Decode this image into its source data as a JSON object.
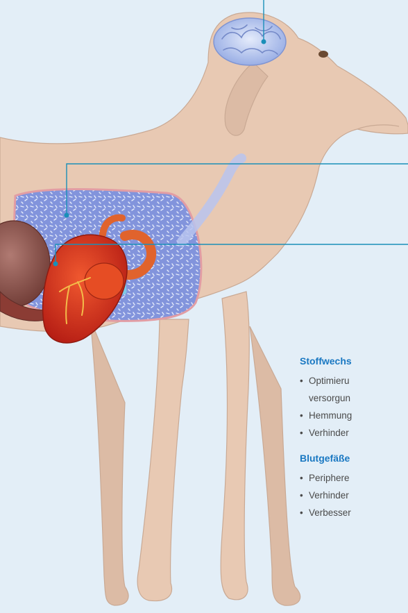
{
  "sections": [
    {
      "title": "Stoffwechs",
      "items": [
        "Optimieru",
        "versorgun",
        "Hemmung",
        "Verhinder"
      ]
    },
    {
      "title": "Blutgefäße",
      "items": [
        "Periphere",
        "Verhinder",
        "Verbesser"
      ]
    }
  ],
  "colors": {
    "background": "#e3eef7",
    "dog_body": "#e8c9b3",
    "chest_cavity": "#7e8fd8",
    "heart": "#d8321e",
    "brain": "#b9c9f0",
    "leader_line": "#1a8fb8",
    "section_title": "#1a78c2",
    "body_text": "#4a4a4a"
  }
}
